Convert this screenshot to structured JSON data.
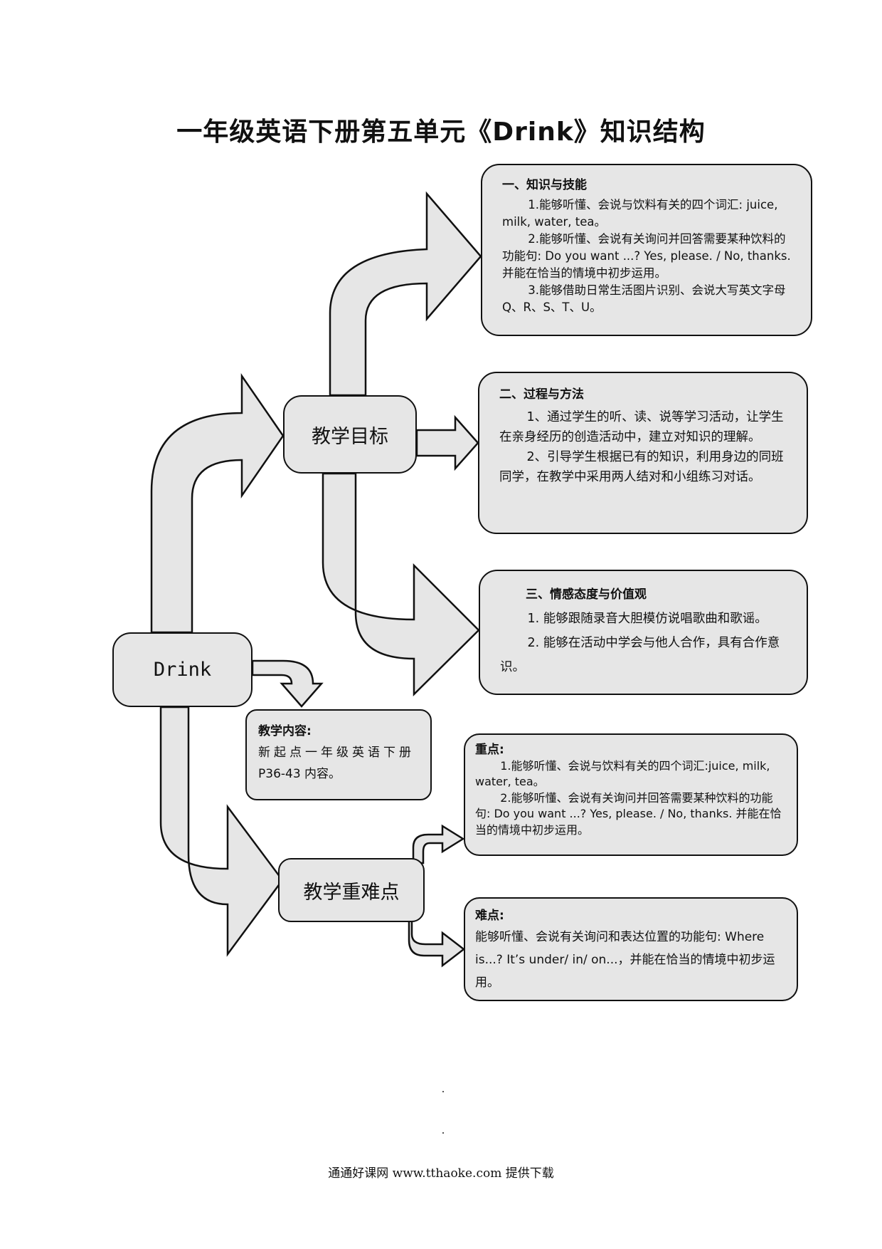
{
  "title": "一年级英语下册第五单元《Drink》知识结构",
  "center": {
    "label": "Drink"
  },
  "goal_node": {
    "label": "教学目标"
  },
  "key_node": {
    "label": "教学重难点"
  },
  "content_box": {
    "heading": "教学内容:",
    "lines": [
      "新起点一年级英语下册",
      "P36-43 内容。"
    ]
  },
  "objectives": [
    {
      "heading": "一、知识与技能",
      "paragraphs": [
        "1.能够听懂、会说与饮料有关的四个词汇: juice, milk, water, tea。",
        "2.能够听懂、会说有关询问并回答需要某种饮料的功能句: Do you want ...? Yes, please. / No, thanks. 并能在恰当的情境中初步运用。",
        "3.能够借助日常生活图片识别、会说大写英文字母Q、R、S、T、U。"
      ]
    },
    {
      "heading": "二、过程与方法",
      "paragraphs": [
        "1、通过学生的听、读、说等学习活动，让学生在亲身经历的创造活动中，建立对知识的理解。",
        "2、引导学生根据已有的知识，利用身边的同班同学，在教学中采用两人结对和小组练习对话。"
      ]
    },
    {
      "heading": "三、情感态度与价值观",
      "paragraphs": [
        "1. 能够跟随录音大胆模仿说唱歌曲和歌谣。",
        "2. 能够在活动中学会与他人合作，具有合作意识。"
      ]
    }
  ],
  "key_points": {
    "heading": "重点:",
    "paragraphs": [
      "1.能够听懂、会说与饮料有关的四个词汇:juice, milk, water, tea。",
      "2.能够听懂、会说有关询问并回答需要某种饮料的功能句: Do you want ...? Yes, please. / No, thanks. 并能在恰当的情境中初步运用。"
    ]
  },
  "difficult_points": {
    "heading": "难点:",
    "paragraphs": [
      "能够听懂、会说有关询问和表达位置的功能句: Where is...? It’s under/ in/ on...，并能在恰当的情境中初步运用。"
    ]
  },
  "footer": "通通好课网  www.tthaoke.com  提供下载"
}
